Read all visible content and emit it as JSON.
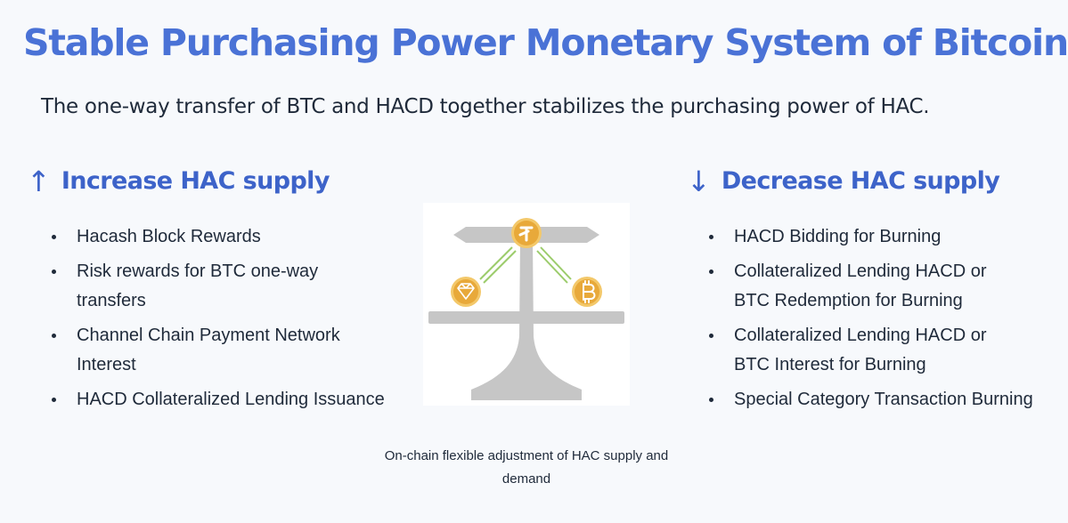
{
  "title": "Stable Purchasing Power Monetary System of Bitcoin",
  "subtitle": "The one-way transfer of BTC and HACD together stabilizes the purchasing power of HAC.",
  "increase": {
    "arrow": "↑",
    "heading": "Increase HAC supply",
    "items": [
      "Hacash Block Rewards",
      "Risk rewards for BTC one-way transfers",
      "Channel Chain Payment Network Interest",
      "HACD Collateralized Lending Issuance"
    ]
  },
  "decrease": {
    "arrow": "↓",
    "heading": "Decrease HAC supply",
    "items": [
      "HACD Bidding for Burning",
      "Collateralized Lending HACD or BTC Redemption for Burning",
      "Collateralized Lending HACD or BTC Interest for Burning",
      "Special Category Transaction Burning"
    ]
  },
  "illustration": {
    "icons": [
      "hac-coin-icon",
      "hacd-diamond-coin-icon",
      "btc-coin-icon",
      "balance-scale-icon"
    ],
    "colors": {
      "scale": "#c6c6c6",
      "coin": "#e8a93a",
      "coin_edge": "#f3c86a",
      "link": "#9ccc6c",
      "accent": "#4a72d6"
    }
  },
  "caption": "On-chain flexible adjustment of HAC supply and demand"
}
